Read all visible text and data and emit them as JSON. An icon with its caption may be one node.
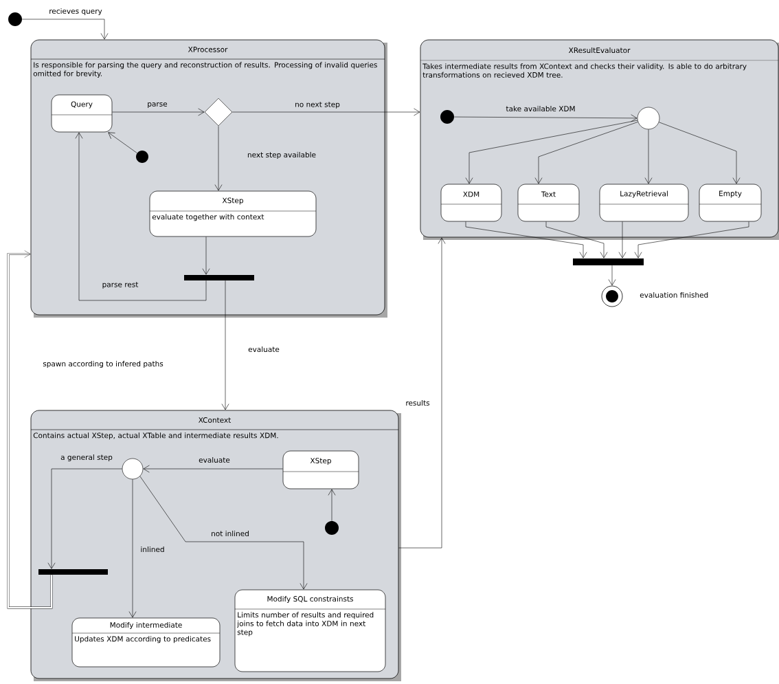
{
  "diagram": {
    "nodes": [
      {
        "text": [],
        "shape": "circle"
      },
      {
        "text": [
          "XProcessor",
          "Is responsible for parsing the query and reconstruction of results. Processing of invalid queries omitted for brevity."
        ]
      },
      {
        "text": [
          "Query"
        ],
        "in": 1
      },
      {
        "text": [],
        "shape": "circle",
        "in": 1
      },
      {
        "text": [],
        "shape": "diamond",
        "in": 1
      },
      {
        "text": [
          "XStep",
          "evaluate together with context"
        ],
        "in": 1
      },
      {
        "text": [],
        "shape": "bar",
        "in": 1
      },
      {
        "text": [
          "XResultEvaluator",
          "Takes intermediate results from XContext and checks their validity. Is able to do arbitrary transformations on recieved XDM tree."
        ]
      },
      {
        "text": [],
        "shape": "circle",
        "in": 7
      },
      {
        "text": [],
        "shape": "circle",
        "in": 7
      },
      {
        "text": [
          "XDM"
        ],
        "in": 7
      },
      {
        "text": [
          "Text"
        ],
        "in": 7
      },
      {
        "text": [
          "LazyRetrieval"
        ],
        "in": 7
      },
      {
        "text": [
          "Empty"
        ],
        "in": 7
      },
      {
        "text": [],
        "shape": "bar"
      },
      {
        "text": [],
        "shape": "circle",
        "beside": [
          "evaluation finished"
        ]
      },
      {
        "text": [
          "XContext",
          "Contains actual XStep, actual XTable and intermediate results XDM."
        ]
      },
      {
        "text": [],
        "shape": "circle",
        "in": 16
      },
      {
        "text": [
          "XStep"
        ],
        "in": 16
      },
      {
        "text": [],
        "shape": "circle",
        "in": 16
      },
      {
        "text": [],
        "shape": "bar",
        "in": 16
      },
      {
        "text": [
          "Modify intermediate",
          "Updates XDM according to predicates"
        ],
        "in": 16
      },
      {
        "text": [
          "Modify SQL constrainsts",
          "Limits number of results and required joins to fetch data into XDM in next step"
        ],
        "in": 16
      }
    ],
    "edges": [
      {
        "from": 0,
        "to": 1,
        "arrow": "to",
        "label": "recieves query"
      },
      {
        "from": 3,
        "to": 2,
        "arrow": "to"
      },
      {
        "from": 2,
        "to": 4,
        "arrow": "to",
        "label": "parse"
      },
      {
        "from": 4,
        "to": 7,
        "arrow": "to",
        "label": "no next step"
      },
      {
        "from": 4,
        "to": 5,
        "arrow": "to",
        "label": "next step available"
      },
      {
        "from": 5,
        "to": 6,
        "arrow": "to"
      },
      {
        "from": 6,
        "to": 2,
        "arrow": "to",
        "label": "parse rest"
      },
      {
        "from": 6,
        "to": 16,
        "arrow": "to",
        "label": "evaluate"
      },
      {
        "from": 8,
        "to": 9,
        "arrow": "to",
        "label": "take available XDM"
      },
      {
        "from": 9,
        "to": 10,
        "arrow": "to"
      },
      {
        "from": 9,
        "to": 11,
        "arrow": "to"
      },
      {
        "from": 9,
        "to": 12,
        "arrow": "to"
      },
      {
        "from": 9,
        "to": 13,
        "arrow": "to"
      },
      {
        "from": 10,
        "to": 14,
        "arrow": "to"
      },
      {
        "from": 11,
        "to": 14,
        "arrow": "to"
      },
      {
        "from": 12,
        "to": 14,
        "arrow": "to"
      },
      {
        "from": 13,
        "to": 14,
        "arrow": "to"
      },
      {
        "from": 14,
        "to": 15,
        "arrow": "to"
      },
      {
        "from": 16,
        "to": 7,
        "arrow": "to",
        "label": "results"
      },
      {
        "from": 19,
        "to": 18,
        "arrow": "to"
      },
      {
        "from": 18,
        "to": 17,
        "arrow": "to",
        "label": "evaluate"
      },
      {
        "from": 17,
        "to": 20,
        "arrow": "to",
        "label": "a general step"
      },
      {
        "from": 17,
        "to": 21,
        "arrow": "to",
        "label": "inlined"
      },
      {
        "from": 17,
        "to": 22,
        "arrow": "to",
        "label": "not inlined"
      },
      {
        "from": 20,
        "to": 1,
        "arrow": "to",
        "style": "thick",
        "label": "spawn according to infered paths"
      }
    ]
  }
}
